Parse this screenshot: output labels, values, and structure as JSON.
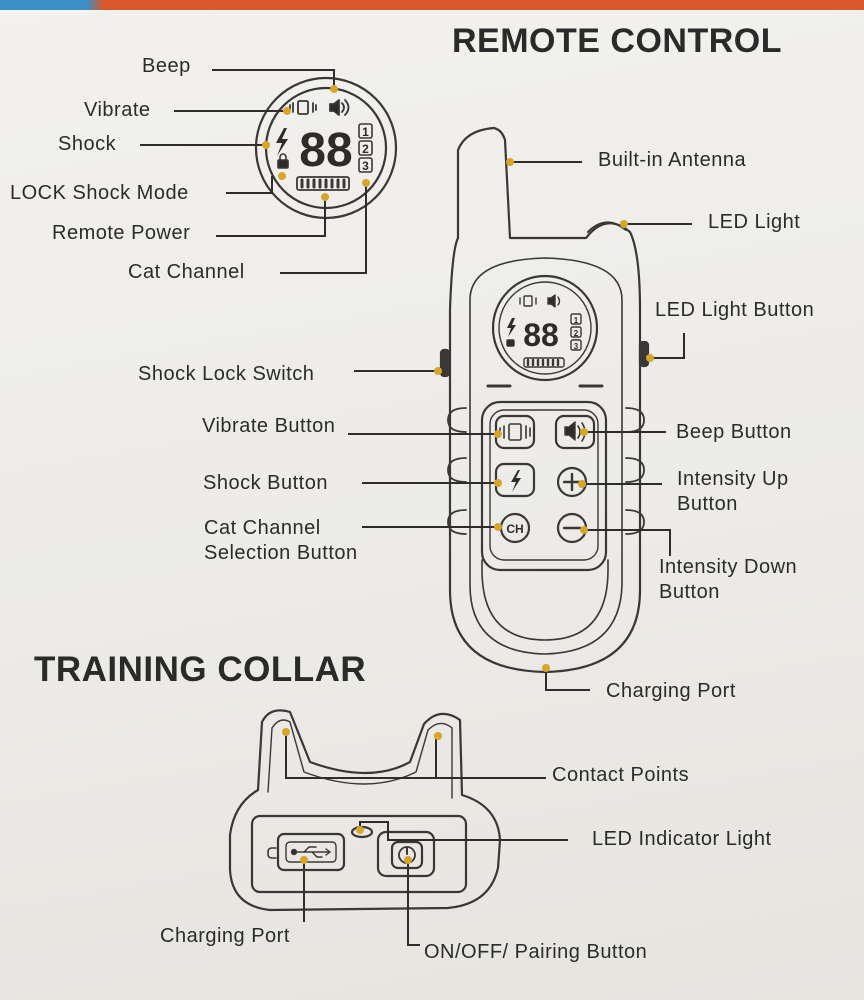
{
  "headings": {
    "remote": "REMOTE CONTROL",
    "collar": "TRAINING COLLAR"
  },
  "display_labels": {
    "beep": "Beep",
    "vibrate": "Vibrate",
    "shock": "Shock",
    "lock_shock_mode": "LOCK Shock Mode",
    "remote_power": "Remote Power",
    "cat_channel": "Cat Channel"
  },
  "lcd": {
    "digits": "88",
    "channels": [
      "1",
      "2",
      "3"
    ]
  },
  "remote_labels": {
    "built_in_antenna": "Built-in Antenna",
    "led_light": "LED Light",
    "led_light_button": "LED Light  Button",
    "shock_lock_switch": "Shock Lock Switch",
    "vibrate_button": "Vibrate Button",
    "beep_button": "Beep Button",
    "shock_button": "Shock Button",
    "intensity_up_button": [
      "Intensity Up",
      "Button"
    ],
    "cat_channel_selection_button": [
      "Cat Channel",
      "Selection Button"
    ],
    "intensity_down_button": [
      "Intensity Down",
      "Button"
    ],
    "charging_port": "Charging Port"
  },
  "remote_buttons": {
    "channel_button_text": "CH"
  },
  "collar_labels": {
    "contact_points": "Contact Points",
    "led_indicator_light": "LED Indicator Light",
    "charging_port": "Charging Port",
    "on_off_pairing_button": "ON/OFF/ Pairing Button"
  },
  "colors": {
    "line": "#2f2d2c",
    "callout_dot": "#d6a52a",
    "device_outline": "#3a3837",
    "device_fill": "#eeede9",
    "accent_blue": "#3a8fc6",
    "accent_orange": "#d9582b"
  }
}
